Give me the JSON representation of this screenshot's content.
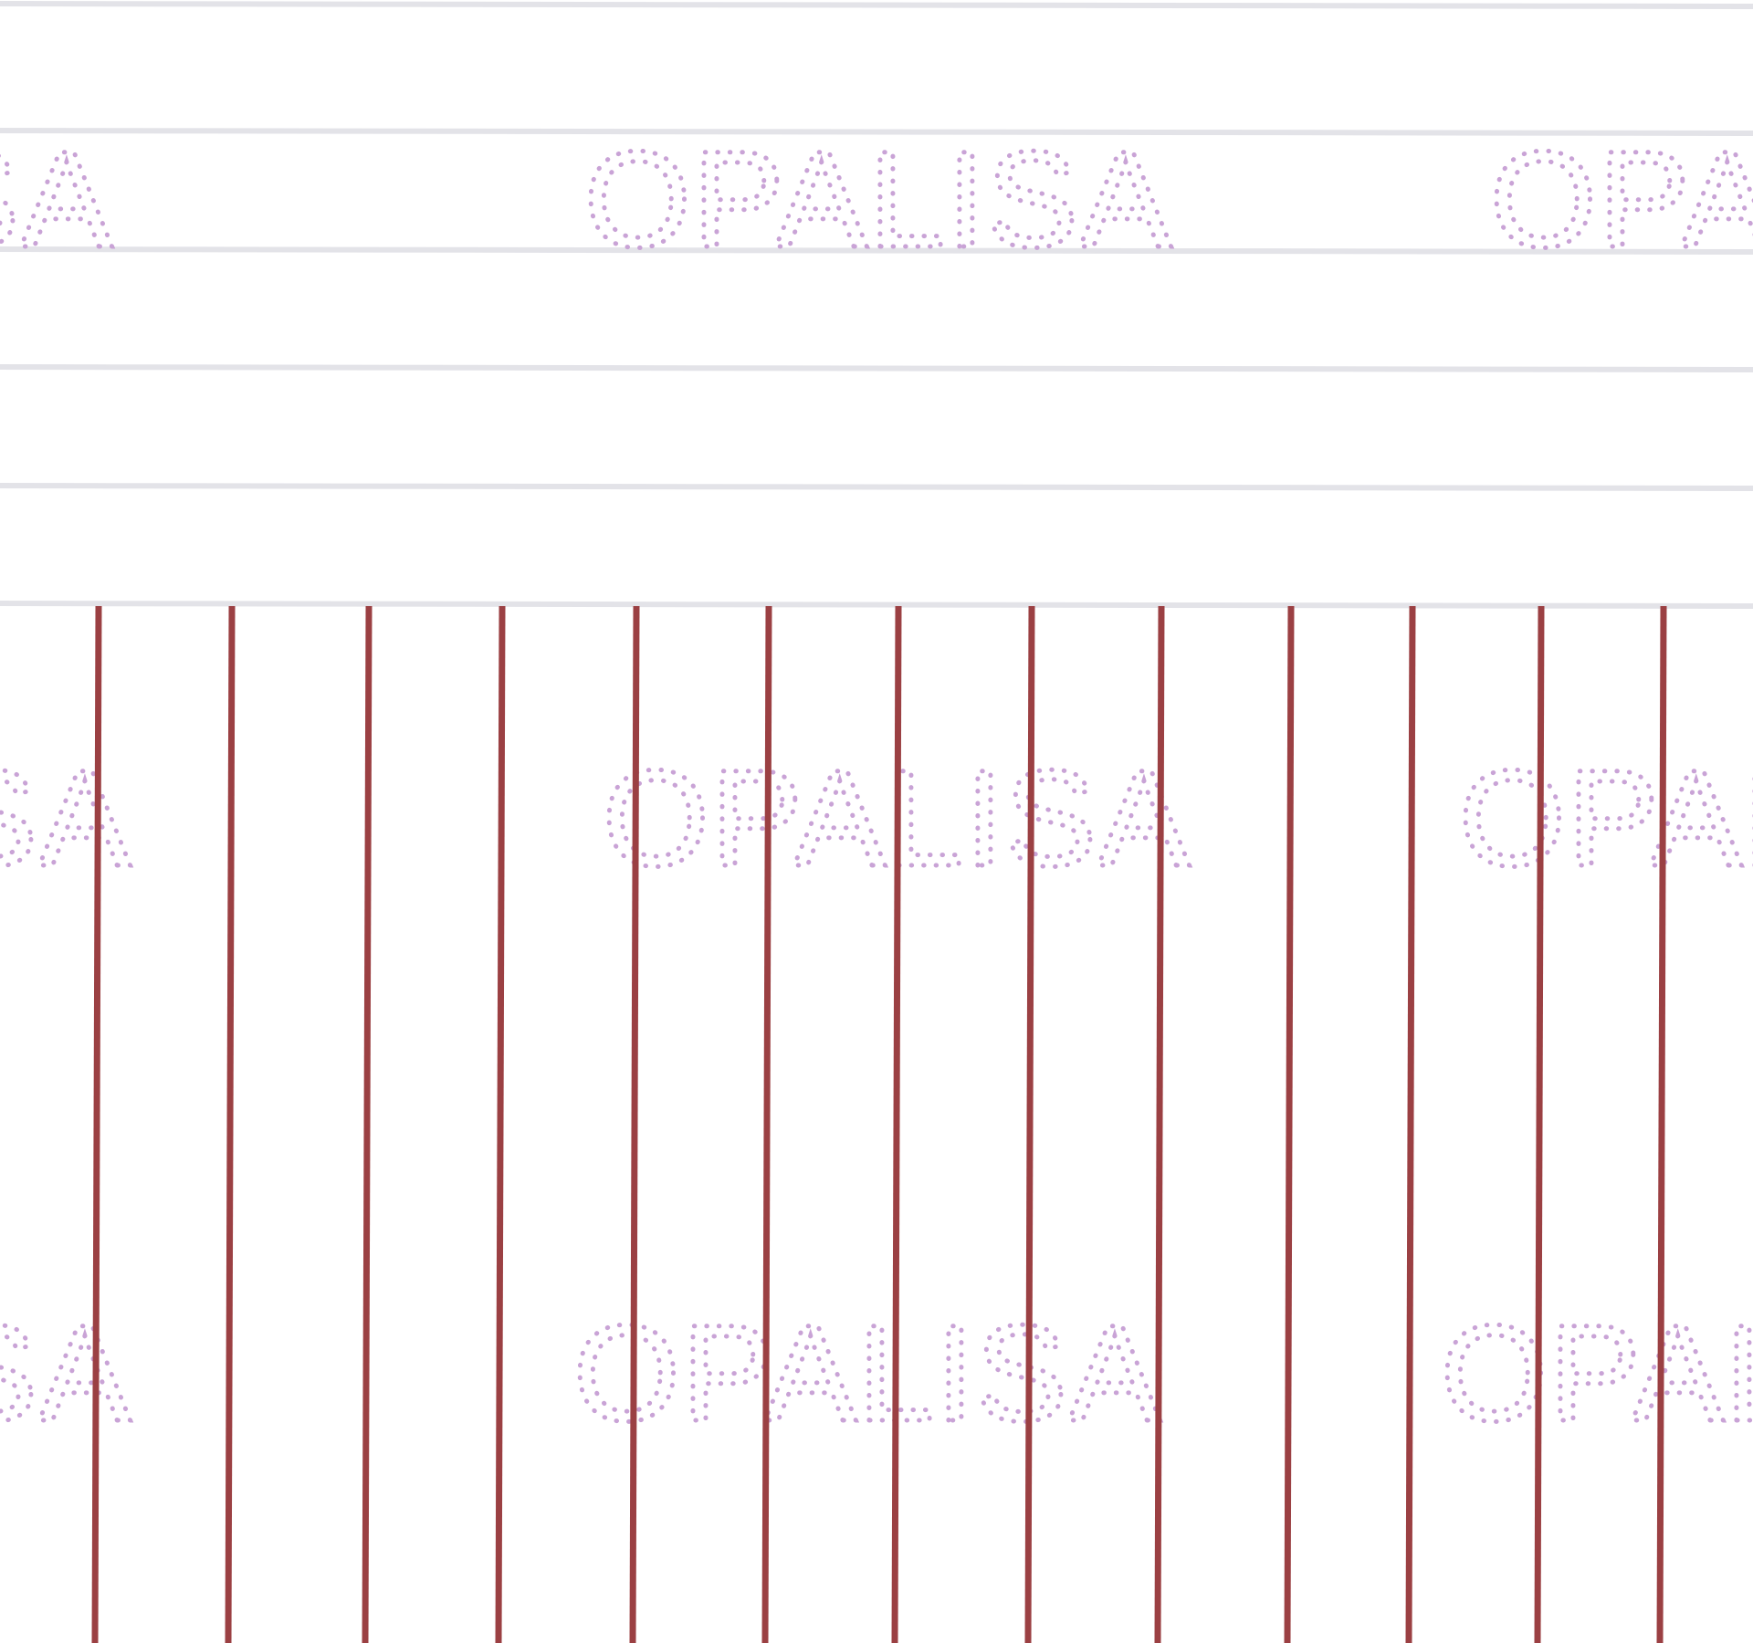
{
  "paper": {
    "background_color": "#ffffff",
    "rule_color": "#e3e3e8",
    "rule_count": 6,
    "vertical_line_color": "#9b4043",
    "vertical_line_count": 13
  },
  "watermark": {
    "text": "OPALISA",
    "color": "#c9a3d6",
    "rows": 3
  }
}
